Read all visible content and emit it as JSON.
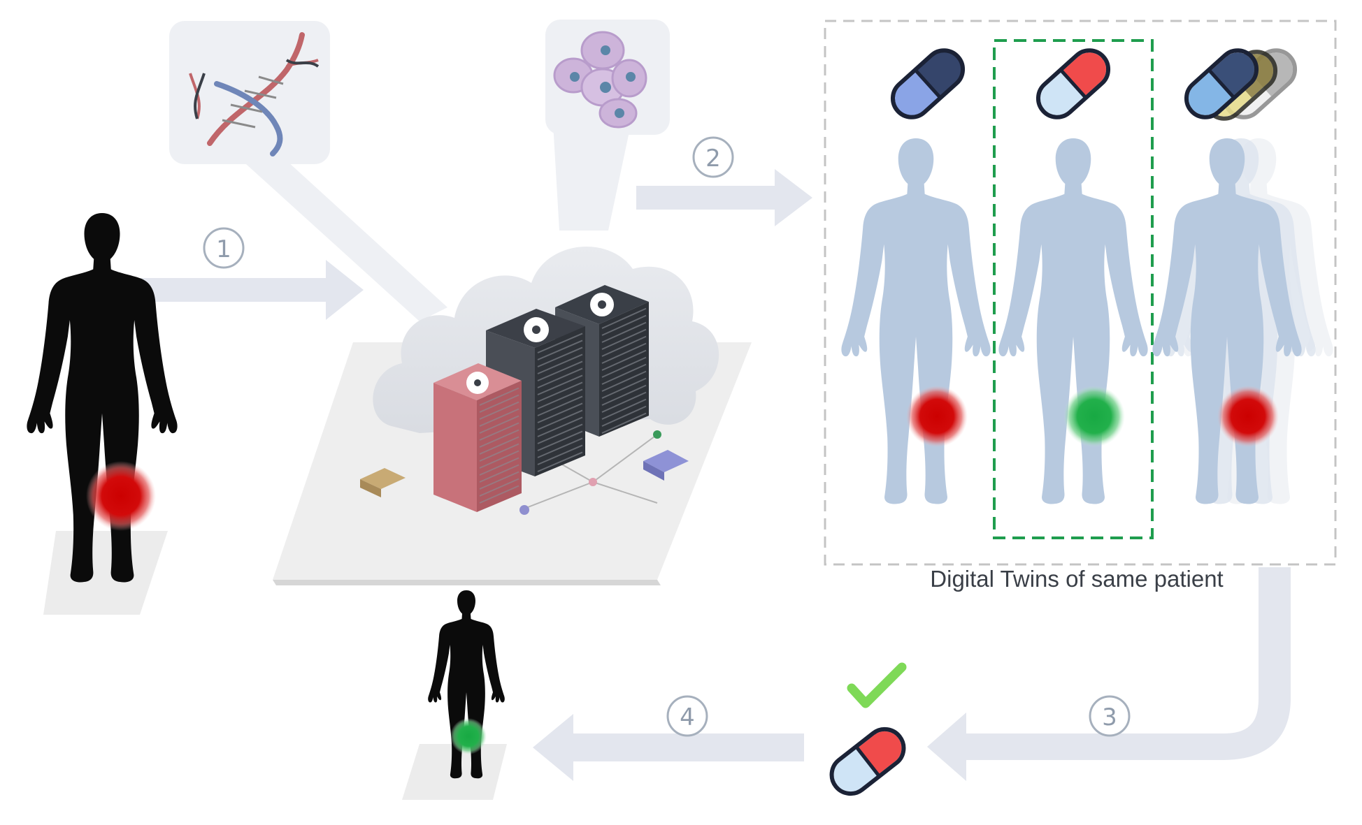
{
  "steps": [
    {
      "number": "1"
    },
    {
      "number": "2"
    },
    {
      "number": "3"
    },
    {
      "number": "4"
    }
  ],
  "twins_caption": "Digital Twins of same patient",
  "colors": {
    "arrow": "#e3e6ee",
    "twin_silhouette": "#b7c9df",
    "patient_silhouette": "#0b0b0b",
    "disease_marker": "#cc0000",
    "healthy_marker": "#22b04b",
    "selection_frame": "#1f9d4e",
    "twins_frame": "#c4c4c4",
    "check": "#7ed957"
  },
  "icons": [
    "dna-icon",
    "cells-icon",
    "cloud-server-icon",
    "pill-icon",
    "checkmark-icon",
    "human-silhouette-icon"
  ]
}
